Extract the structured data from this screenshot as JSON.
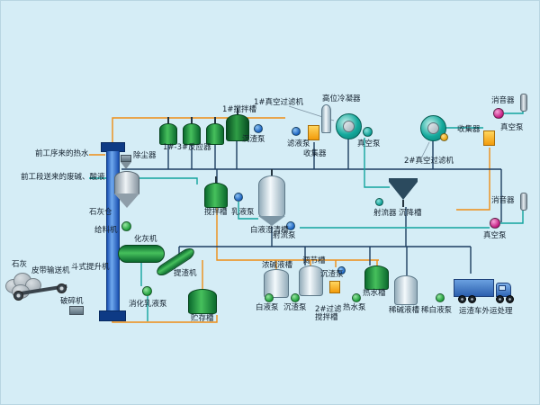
{
  "diagram": {
    "background": "#d5edf6",
    "labels": {
      "hot_water_in": "前工序来的热水",
      "waste_liquor_in": "前工段送来的废碱、酸液",
      "dust_collector": "除尘器",
      "lime_silo": "石灰仓",
      "feeder": "给料机",
      "lime_slaker": "化灰机",
      "lime": "石灰",
      "belt_conveyor": "皮带输送机",
      "crusher": "破碎机",
      "bucket_elevator": "斗式提升机",
      "digest_emulsion_pump": "消化乳液泵",
      "slag_extractor": "提渣机",
      "storage_tank": "贮存槽",
      "reactors_1_3": "1#-3#反应器",
      "mixing_tank_1": "1#搅拌槽",
      "sediment_pump_a": "沉渣泵",
      "filtrate_pump": "滤液泵",
      "collector_a": "收集器",
      "vacuum_filter_1": "1#真空过滤机",
      "high_level_condenser": "高位冷凝器",
      "vacuum_pump_a": "真空泵",
      "vacuum_filter_2": "2#真空过滤机",
      "collector_b": "收集器",
      "vacuum_pump_b": "真空泵",
      "muffler_a": "消音器",
      "mixing_tank": "搅拌槽",
      "emulsion_pump": "乳液泵",
      "white_liquor_clarifier": "白液澄清槽",
      "jet_pump": "射流泵",
      "jet_device": "射流器",
      "settling_tank": "沉降槽",
      "muffler_b": "消音器",
      "vacuum_pump_c": "真空泵",
      "strong_alkali_tank": "浓碱液槽",
      "regulating_tank": "调节槽",
      "white_liquor_pump": "白液泵",
      "sediment_pump_b": "沉渣泵",
      "sediment_pump_c": "沉渣泵",
      "filter2_mixer_l1": "2#过滤",
      "filter2_mixer_l2": "搅拌槽",
      "hot_water_pump": "热水泵",
      "hot_water_tank": "热水槽",
      "dilute_alkali_tank": "稀碱液槽",
      "dilute_white_pump": "稀白液泵",
      "truck_disposal": "运渣车外运处理"
    },
    "colors": {
      "pipe_orange": "#ee8d15",
      "pipe_navy": "#1d3d60",
      "pipe_teal": "#12a49e",
      "tank_green": "#2fae4a",
      "elevator_blue": "#2a63c8"
    }
  }
}
